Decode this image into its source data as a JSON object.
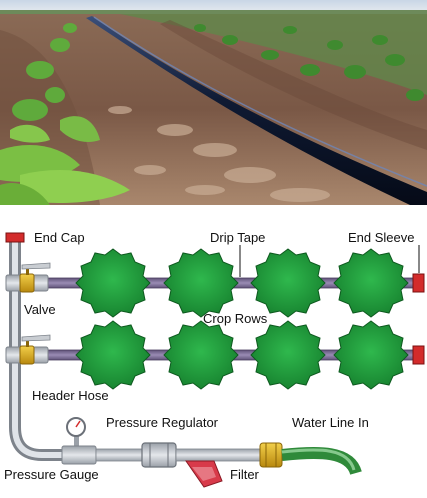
{
  "photo": {
    "name": "field-with-drip-tape-photo"
  },
  "labels": {
    "end_cap": "End Cap",
    "drip_tape": "Drip Tape",
    "end_sleeve": "End Sleeve",
    "valve": "Valve",
    "crop_rows": "Crop Rows",
    "header_hose": "Header Hose",
    "pressure_regulator": "Pressure Regulator",
    "water_line_in": "Water Line In",
    "pressure_gauge": "Pressure Gauge",
    "filter": "Filter"
  },
  "colors": {
    "pipe_gray": "#b9bec5",
    "tape_purple": "#7d6e96",
    "crop_green": "#1f9a3a",
    "cap_red": "#d32b2b",
    "valve_gold": "#e0b11a",
    "hose_green": "#2f8a3a",
    "filter_red": "#d83a4a"
  }
}
